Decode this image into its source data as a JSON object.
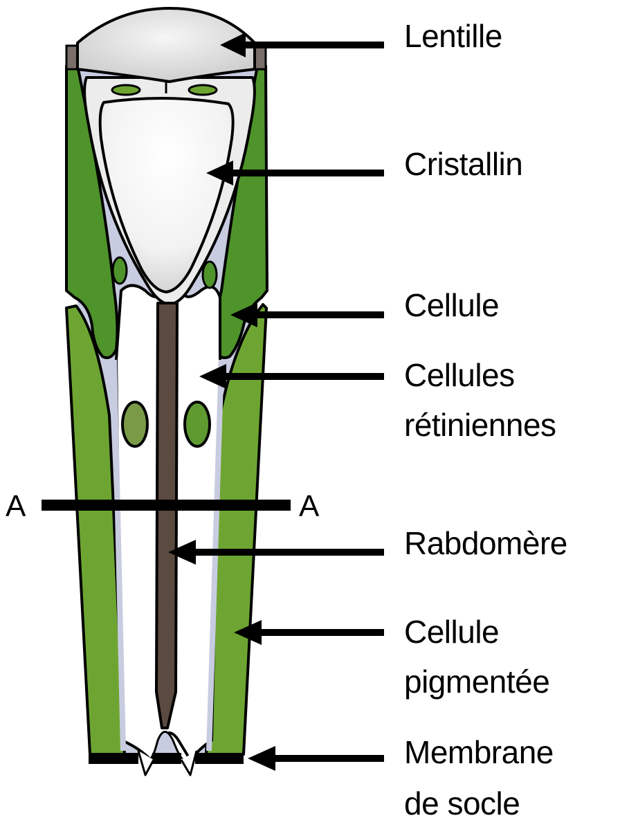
{
  "title": "Ommatidie (structure)",
  "colors": {
    "pigment_green": "#5e9a2f",
    "outer_green": "#73a531",
    "interstitial": "#c8cce0",
    "lens": "#dcdcdc",
    "cone": "#f4f4f4",
    "rhabdom": "#5b4a40",
    "cornea_edge": "#7a6e68",
    "outline": "#000000"
  },
  "labels": [
    {
      "id": "lentille",
      "lines": [
        "Lentille"
      ]
    },
    {
      "id": "cristallin",
      "lines": [
        "Cristallin"
      ]
    },
    {
      "id": "cellule",
      "lines": [
        "Cellule"
      ]
    },
    {
      "id": "cellules-retiniennes",
      "lines": [
        "Cellules",
        "rétiniennes"
      ]
    },
    {
      "id": "rabdomere",
      "lines": [
        "Rabdomère"
      ]
    },
    {
      "id": "cellule-pigmentee",
      "lines": [
        "Cellule",
        "pigmentée"
      ]
    },
    {
      "id": "membrane-de-socle",
      "lines": [
        "Membrane",
        "de socle"
      ]
    }
  ],
  "section_line": {
    "left_label": "A",
    "right_label": "A"
  }
}
